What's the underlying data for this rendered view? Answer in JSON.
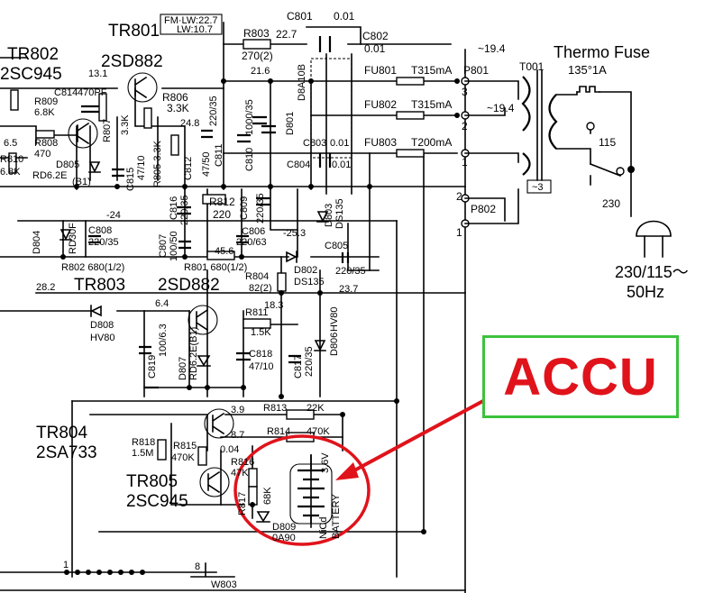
{
  "annotation": {
    "label": "ACCU",
    "box_color": "#3cc23c",
    "text_color": "#e0131b",
    "circle_color": "#e0131b"
  },
  "header": {
    "fm_lw": "FM·LW:22.7",
    "lw": "LW:10.7"
  },
  "transistors": {
    "tr801": "TR801",
    "tr802": "TR802",
    "tr802_type": "2SC945",
    "tr801_type": "2SD882",
    "tr803": "TR803",
    "tr803_type": "2SD882",
    "tr804": "TR804",
    "tr804_type": "2SA733",
    "tr805": "TR805",
    "tr805_type": "2SC945"
  },
  "labels": {
    "r803": "R803",
    "r803_val": "270(2)",
    "v227": "22.7",
    "c801": "C801",
    "c801_val": "0.01",
    "c802": "C802",
    "c802_val": "0.01",
    "v131": "13.1",
    "c814": "C814",
    "c814_val": "470PF",
    "r806": "R806",
    "r806_val": "3.3K",
    "r809": "R809",
    "r809_val": "6.8K",
    "r807": "R807",
    "r807_val": "3.3K",
    "v216": "21.6",
    "v248": "24.8",
    "c811": "C811",
    "c811_val": "220/35",
    "c810": "C810",
    "c810_val": "1000/35",
    "d801": "D801",
    "d801_val": "D8A10B",
    "c803": "C803",
    "c803_val": "0.01",
    "c804": "C804",
    "c804_val": "0.01",
    "v65": "6.5",
    "r810": "R810",
    "r810_val": "6.8K",
    "r808": "R808",
    "r808_val": "470",
    "d805": "D805",
    "d805_val": "RD6.2E",
    "d805_grade": "(B1)",
    "c815": "C815",
    "c815_val": "47/10",
    "r805": "R805 3.3K",
    "c812": "C812",
    "c812_val": "47/50",
    "c813": "C813",
    "c813_val": "220/35",
    "r812": "R812",
    "r812_val": "220",
    "c809": "C809",
    "c809_val": "220/35",
    "d803": "D803",
    "d803_val": "DS135",
    "vm24": "-24",
    "c808": "C808",
    "c808_val": "220/35",
    "c816": "C816",
    "c816_val": "220/35",
    "c807": "C807",
    "c807_val": "100/50",
    "c806": "C806",
    "c806_val": "220/63",
    "vm253": "-25.3",
    "c805": "C805",
    "c805_val": "220/35",
    "d804": "D804",
    "d804_val": "RD30F",
    "r802": "R802 680(1/2)",
    "v456": "45.6",
    "r801": "R801 680(1/2)",
    "d802": "D802",
    "d802_val": "DS135",
    "r804": "R804",
    "r804_val": "82(2)",
    "v282": "28.2",
    "v237": "23.7",
    "d808": "D808",
    "d808_val": "HV80",
    "v64": "6.4",
    "v183": "18.3",
    "r811": "R811",
    "r811_val": "1.5K",
    "d806": "D806",
    "d806_val": "HV80",
    "c819": "C819",
    "c819_val": "100/6.3",
    "d807": "D807",
    "d807_val": "RD6.2E(B1)",
    "c818": "C818",
    "c818_val": "47/10",
    "c817": "C817",
    "c817_val": "220/35",
    "v39": "3.9",
    "r813": "R813",
    "r813_val": "22K",
    "v87": "8.7",
    "r814": "R814",
    "r814_val": "470K",
    "r818": "R818",
    "r818_val": "1.5M",
    "r815": "R815",
    "r815_val": "470K",
    "v004": "0.04",
    "r816": "R816",
    "r816_val": "47K",
    "r817": "R817",
    "r817_val": "68K",
    "d809": "D809",
    "d809_val": "0A90",
    "battery_v": "3.6V",
    "battery_type": "NiCd",
    "battery_label": "BATTERY",
    "w803": "W803",
    "pin1": "1",
    "pin8": "8"
  },
  "power": {
    "v194a": "~19.4",
    "v194b": "~19.4",
    "p801": "P801",
    "p802": "P802",
    "t001": "T001",
    "fu801": "FU801",
    "fu801_val": "T315mA",
    "fu802": "FU802",
    "fu802_val": "T315mA",
    "fu803": "FU803",
    "fu803_val": "T200mA",
    "thermo": "Thermo Fuse",
    "thermo_rating": "135°1A",
    "v115": "115",
    "v230": "230",
    "mains": "230/115～",
    "freq": "50Hz",
    "pin3": "3",
    "pin2": "2",
    "pin1": "1",
    "pin2b": "2",
    "pin1b": "1",
    "sw3": "~3"
  }
}
